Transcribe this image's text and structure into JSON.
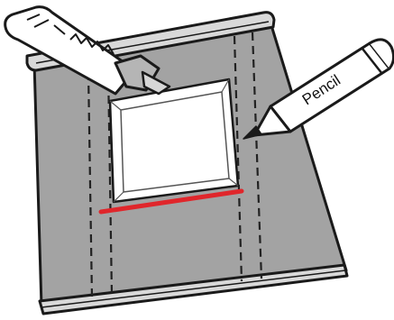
{
  "pencil": {
    "label": "Pencil"
  },
  "colors": {
    "panel": "#a3a3a3",
    "panel_shadow": "#8a8a8a",
    "outline": "#1a1a1a",
    "cut_line": "#e0262b",
    "window_fill": "#ffffff",
    "dashed_line": "#222222"
  },
  "elements": {
    "utility_knife": "utility-knife-icon",
    "pencil": "pencil-icon",
    "window_frame": "window-frame",
    "cut_guide": "red-cut-line"
  }
}
